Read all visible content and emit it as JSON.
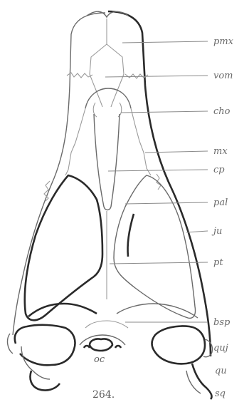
{
  "figure": {
    "number": "264.",
    "labels": {
      "pmx": "pmx",
      "vom": "vom",
      "cho": "cho",
      "mx": "mx",
      "cp": "cp",
      "pal": "pal",
      "ju": "ju",
      "pt": "pt",
      "bsp": "bsp",
      "quj": "quj",
      "qu": "qu",
      "sq": "sq",
      "oc": "oc"
    }
  }
}
